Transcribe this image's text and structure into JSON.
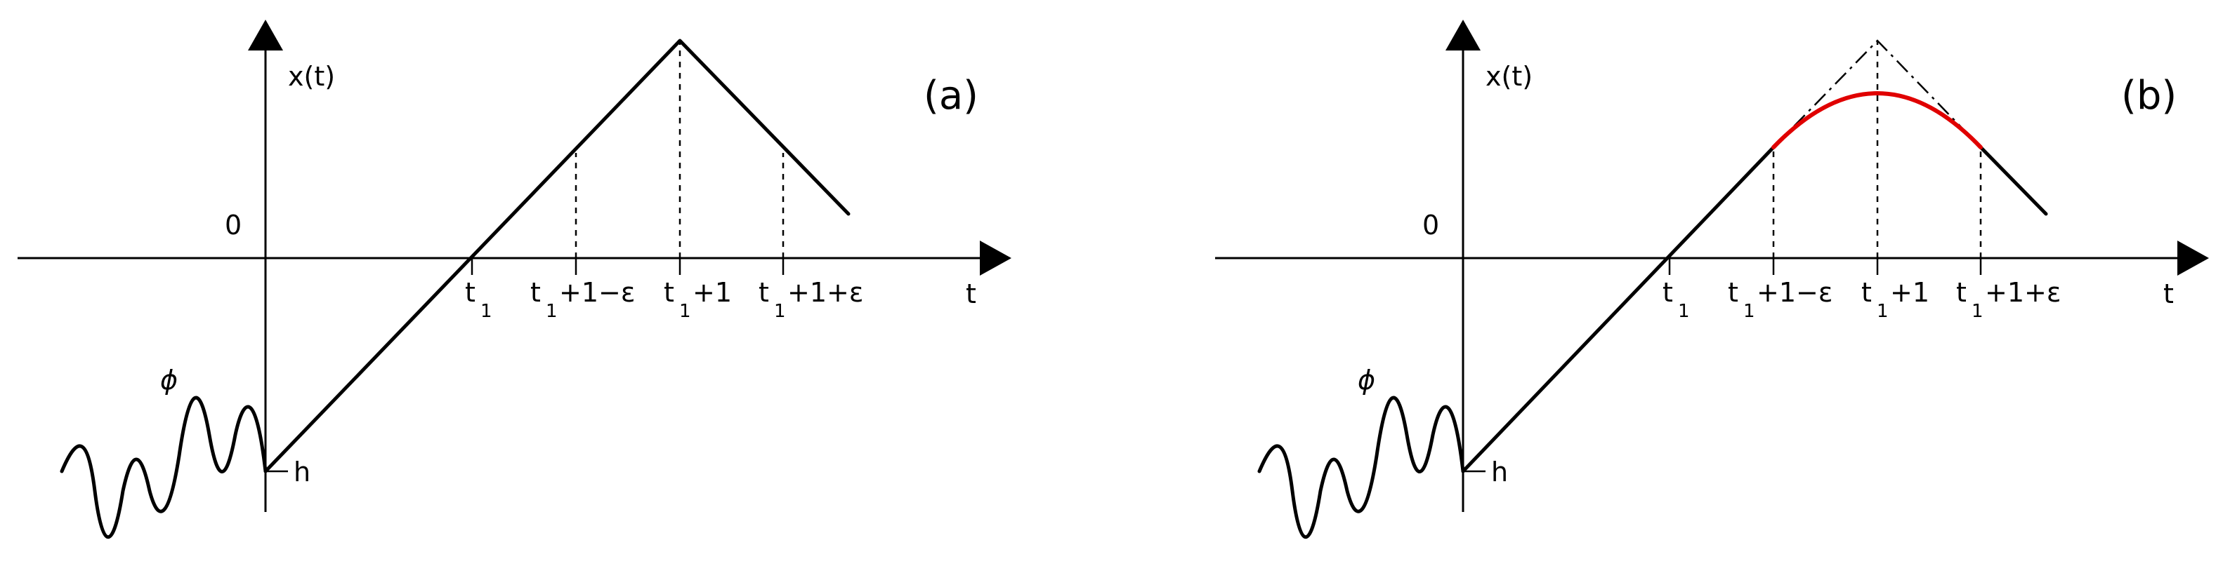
{
  "panels": [
    {
      "label": "(a)",
      "y_axis_label": "x(t)",
      "x_axis_label": "t",
      "zero_label": "0",
      "phi_label": "ϕ",
      "h_label": "h",
      "ticks": [
        {
          "main": "t",
          "sub": "1",
          "rest": ""
        },
        {
          "main": "t",
          "sub": "1",
          "rest": "+1−ε"
        },
        {
          "main": "t",
          "sub": "1",
          "rest": "+1"
        },
        {
          "main": "t",
          "sub": "1",
          "rest": "+1+ε"
        }
      ]
    },
    {
      "label": "(b)",
      "y_axis_label": "x(t)",
      "x_axis_label": "t",
      "zero_label": "0",
      "phi_label": "ϕ",
      "h_label": "h",
      "ticks": [
        {
          "main": "t",
          "sub": "1",
          "rest": ""
        },
        {
          "main": "t",
          "sub": "1",
          "rest": "+1−ε"
        },
        {
          "main": "t",
          "sub": "1",
          "rest": "+1"
        },
        {
          "main": "t",
          "sub": "1",
          "rest": "+1+ε"
        }
      ]
    }
  ],
  "colors": {
    "curve": "#000000",
    "smoothed_peak": "#e00000"
  }
}
